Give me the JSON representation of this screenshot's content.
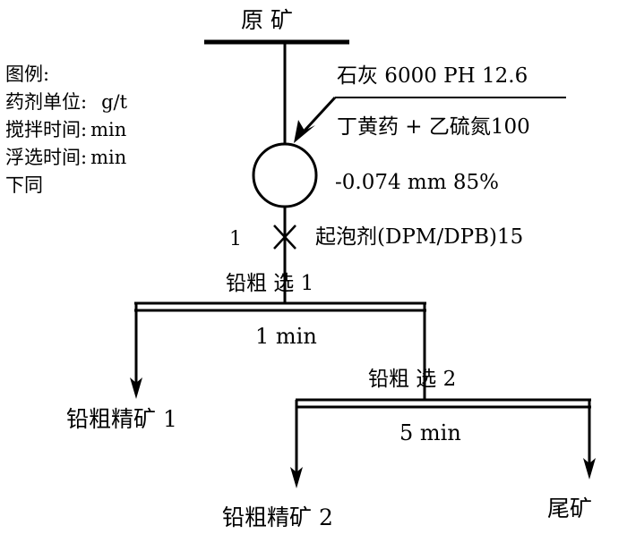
{
  "feed": "原 矿",
  "legend": {
    "title": "图例:",
    "rows": [
      {
        "label": "药剂单位:",
        "value": "g/t"
      },
      {
        "label": "搅拌时间:",
        "value": "min"
      },
      {
        "label": "浮选时间:",
        "value": "min"
      }
    ],
    "footer": "下同"
  },
  "reagents": {
    "lime": "石灰 6000 PH 12.6",
    "collector": "丁黄药 + 乙硫氮100",
    "grind": "-0.074 mm 85%",
    "frother": "起泡剂(DPM/DPB)15",
    "stir_time": "1"
  },
  "stage1": {
    "name": "铅粗 选 1",
    "time": "1 min",
    "concentrate": "铅粗精矿 1"
  },
  "stage2": {
    "name": "铅粗 选 2",
    "time": "5 min",
    "concentrate": "铅粗精矿 2"
  },
  "tailings": "尾矿",
  "colors": {
    "line": "#000000",
    "background": "#ffffff"
  }
}
